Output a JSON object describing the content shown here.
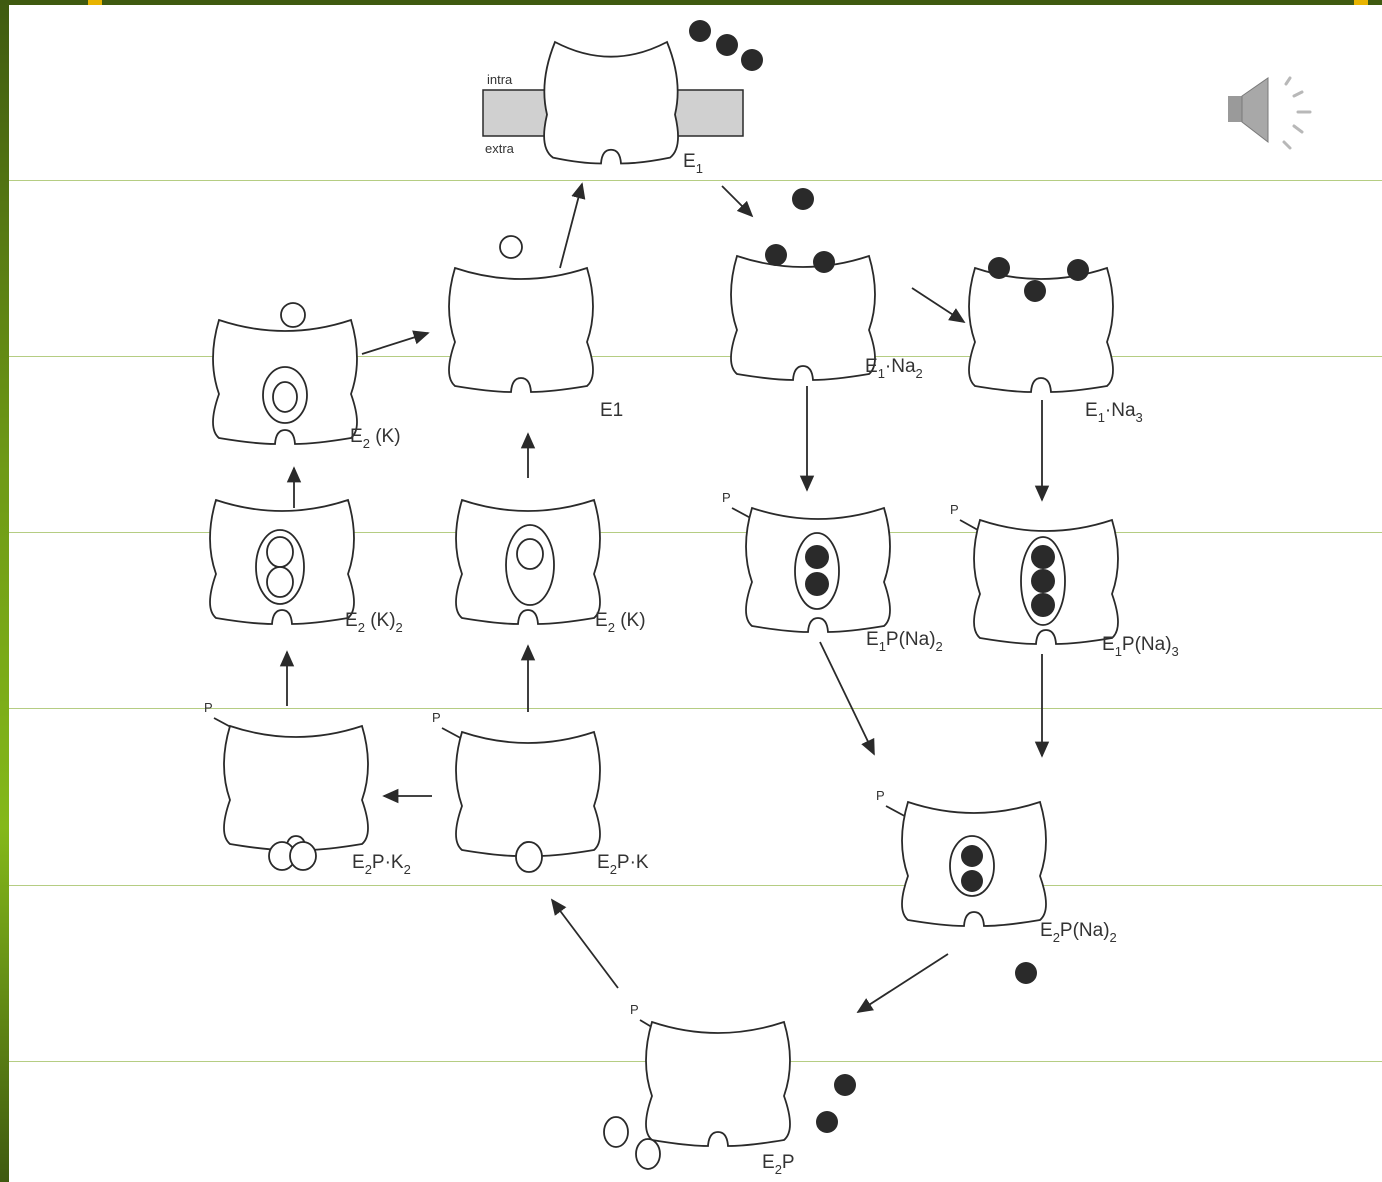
{
  "slide": {
    "audio_icon": "speaker-icon",
    "accent_colors": {
      "bar": "#6f9a16",
      "corner": "#e8b400",
      "rule": "#9cbc5a"
    }
  },
  "diagram": {
    "membrane": {
      "intra_label": "intra",
      "extra_label": "extra"
    },
    "states": [
      {
        "id": "e1-top",
        "label": "E1",
        "sub": "1"
      },
      {
        "id": "e1na2",
        "label": "E1·Na2"
      },
      {
        "id": "e1na3",
        "label": "E1·Na3"
      },
      {
        "id": "e1-mid",
        "label": "E1"
      },
      {
        "id": "e2k-top",
        "label": "E2 (K)"
      },
      {
        "id": "e2k2",
        "label": "E2 (K)2"
      },
      {
        "id": "e2k-mid",
        "label": "E2 (K)"
      },
      {
        "id": "e1pna2",
        "label": "E1P(Na)2"
      },
      {
        "id": "e1pna3",
        "label": "E1P(Na)3"
      },
      {
        "id": "e2pk2",
        "label": "E2P·K2"
      },
      {
        "id": "e2pk",
        "label": "E2P·K"
      },
      {
        "id": "e2pna2",
        "label": "E2P(Na)2"
      },
      {
        "id": "e2p",
        "label": "E2P"
      }
    ],
    "phosphate_label": "P"
  }
}
